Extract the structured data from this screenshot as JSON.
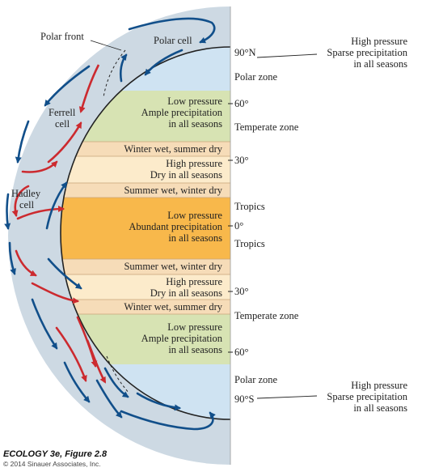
{
  "colors": {
    "polar": "#cfe3f2",
    "temperate": "#d7e3b3",
    "wet_dry": "#f6dcb8",
    "high_pressure": "#fcebcb",
    "tropics": "#f8b84b",
    "halo": "#cdd9e3",
    "blue_arrow": "#114f8a",
    "red_arrow": "#cc2a2f"
  },
  "cells": {
    "polar_front": "Polar front",
    "polar_cell": "Polar cell",
    "ferrell_line1": "Ferrell",
    "ferrell_line2": "cell",
    "hadley_line1": "Hadley",
    "hadley_line2": "cell"
  },
  "bands": {
    "north_temperate": [
      "Low pressure",
      "Ample precipitation",
      "in all seasons"
    ],
    "north_winter_wet": "Winter wet, summer dry",
    "north_high": [
      "High pressure",
      "Dry in all seasons"
    ],
    "north_summer_wet": "Summer wet, winter dry",
    "equator": [
      "Low pressure",
      "Abundant precipitation",
      "in all seasons"
    ],
    "south_summer_wet": "Summer wet, winter dry",
    "south_high": [
      "High pressure",
      "Dry in all seasons"
    ],
    "south_winter_wet": "Winter wet, summer dry",
    "south_temperate": [
      "Low pressure",
      "Ample precipitation",
      "in all seasons"
    ]
  },
  "latitudes": {
    "n90": "90°N",
    "n60": "60°",
    "n30": "30°",
    "eq": "0°",
    "s30": "30°",
    "s60": "60°",
    "s90": "90°S"
  },
  "zones": {
    "polar_n": "Polar zone",
    "temperate_n": "Temperate zone",
    "tropics_n": "Tropics",
    "tropics_s": "Tropics",
    "temperate_s": "Temperate zone",
    "polar_s": "Polar zone"
  },
  "poles": {
    "north": [
      "High pressure",
      "Sparse precipitation",
      "in all seasons"
    ],
    "south": [
      "High pressure",
      "Sparse precipitation",
      "in all seasons"
    ]
  },
  "caption": {
    "title": "ECOLOGY 3e, Figure 2.8",
    "copyright": "© 2014 Sinauer Associates, Inc."
  }
}
